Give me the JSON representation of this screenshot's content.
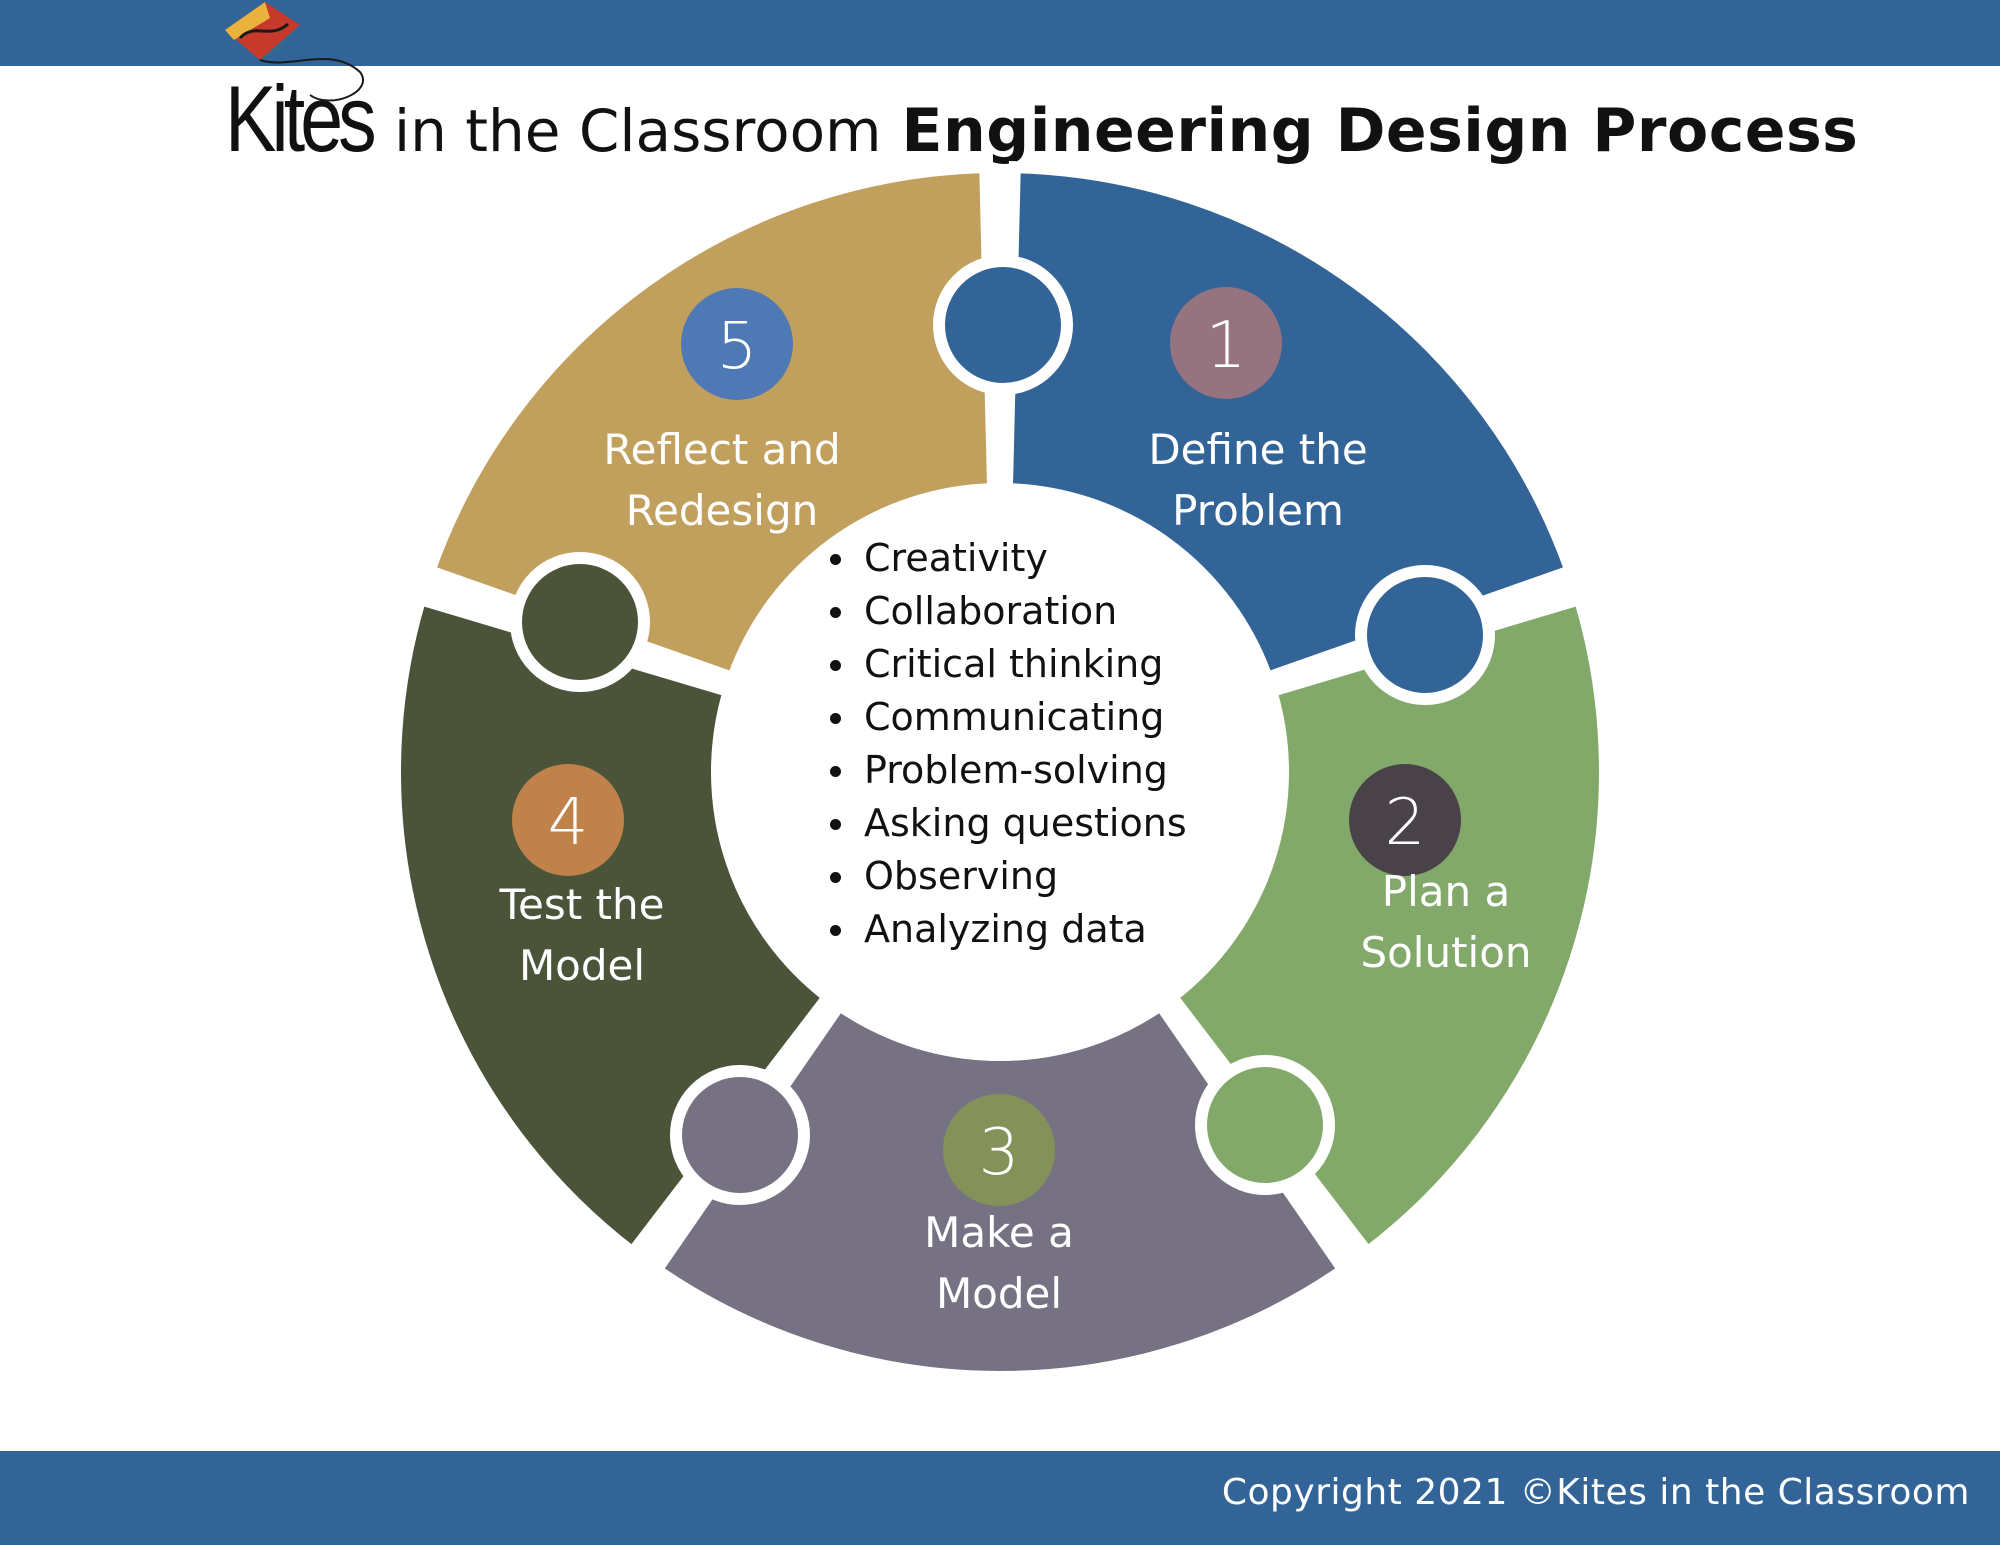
{
  "header": {
    "brand_word": "Kites",
    "brand_suffix": "in the Classroom",
    "process_title": "Engineering Design Process"
  },
  "steps": [
    {
      "number": "1",
      "label_line1": "Define the",
      "label_line2": "Problem",
      "piece_color": "#336497",
      "badge_color": "#95737F"
    },
    {
      "number": "2",
      "label_line1": "Plan a",
      "label_line2": "Solution",
      "piece_color": "#82A96A",
      "badge_color": "#4A4249"
    },
    {
      "number": "3",
      "label_line1": "Make a",
      "label_line2": "Model",
      "piece_color": "#777283",
      "badge_color": "#84925A"
    },
    {
      "number": "4",
      "label_line1": "Test the",
      "label_line2": "Model",
      "piece_color": "#4B5339",
      "badge_color": "#C0824B"
    },
    {
      "number": "5",
      "label_line1": "Reflect and",
      "label_line2": "Redesign",
      "piece_color": "#C1A05E",
      "badge_color": "#4F79B5"
    }
  ],
  "center_skills": [
    "Creativity",
    "Collaboration",
    "Critical thinking",
    "Communicating",
    "Problem-solving",
    "Asking questions",
    "Observing",
    "Analyzing data"
  ],
  "footer": {
    "copyright": "Copyright  2021 ©Kites in the Classroom"
  },
  "icons": {
    "logo": "kite-icon"
  },
  "colors": {
    "band": "#336497",
    "label_text": "#FFFFFF"
  }
}
